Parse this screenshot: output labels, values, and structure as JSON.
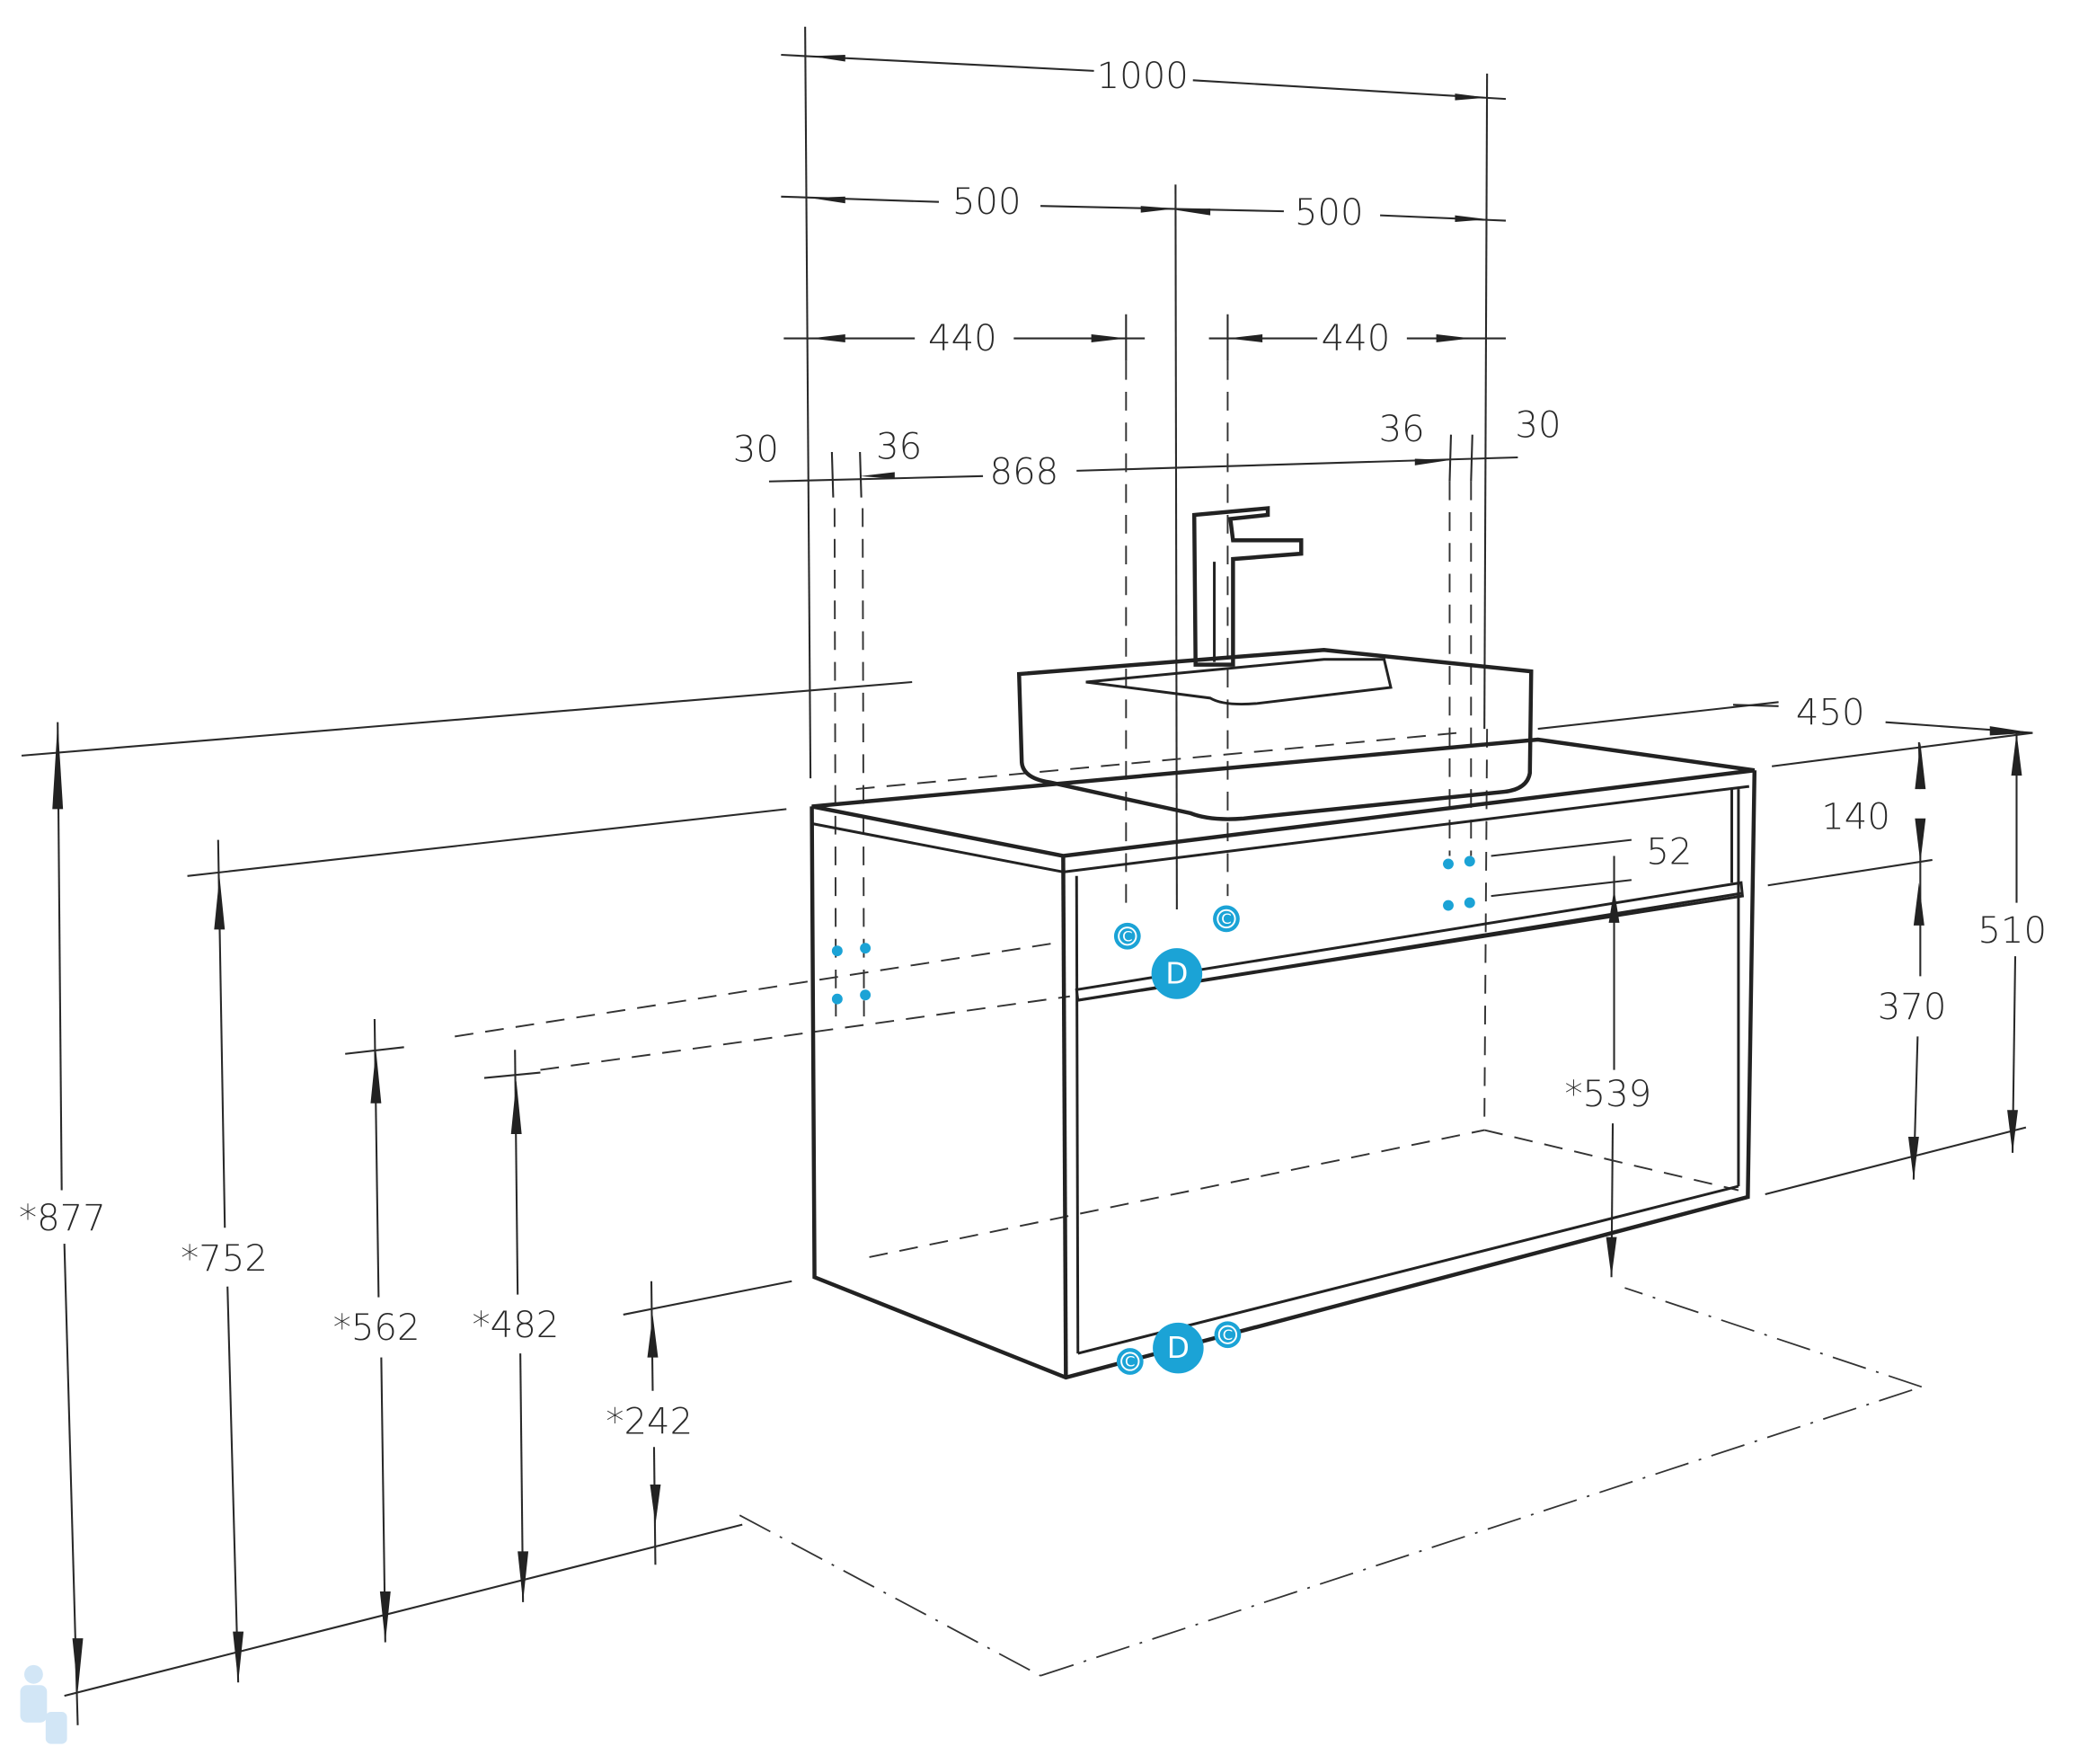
{
  "title": "Vanity unit with countertop basin - dimensions",
  "colors": {
    "line": "#2a2a2a",
    "connection": "#1ba3d6"
  },
  "dimensions": {
    "overall_width": "1000",
    "half_left": "500",
    "half_right": "500",
    "offset_left": "440",
    "offset_right": "440",
    "side_left": "30",
    "panel_left": "36",
    "inner_width": "868",
    "panel_right": "36",
    "side_right": "30",
    "depth": "450",
    "top_height": "140",
    "drawer_gap": "52",
    "total_height": "510",
    "drawer_height": "370",
    "drain_height": "*539",
    "h877": "*877",
    "h752": "*752",
    "h562": "*562",
    "h482": "*482",
    "h242": "*242"
  },
  "markers": {
    "cold_hot": "C",
    "drain": "D"
  }
}
